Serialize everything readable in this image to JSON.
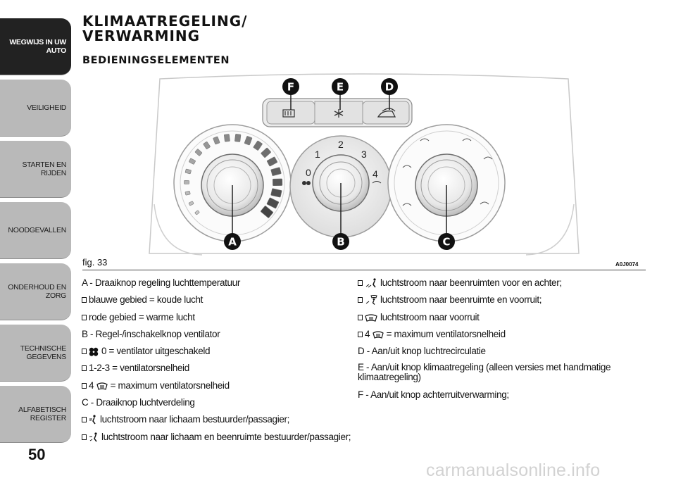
{
  "sidebar": {
    "tabs": [
      {
        "label": "WEGWIJS IN UW\nAUTO",
        "active": true
      },
      {
        "label": "VEILIGHEID",
        "active": false
      },
      {
        "label": "STARTEN EN RIJDEN",
        "active": false
      },
      {
        "label": "NOODGEVALLEN",
        "active": false
      },
      {
        "label": "ONDERHOUD EN\nZORG",
        "active": false
      },
      {
        "label": "TECHNISCHE\nGEGEVENS",
        "active": false
      },
      {
        "label": "ALFABETISCH\nREGISTER",
        "active": false
      }
    ]
  },
  "page_number": "50",
  "title": "KLIMAATREGELING/\nVERWARMING",
  "subtitle": "BEDIENINGSELEMENTEN",
  "figure": {
    "caption": "fig. 33",
    "code": "A0J0074",
    "callouts": {
      "A": "A",
      "B": "B",
      "C": "C",
      "D": "D",
      "E": "E",
      "F": "F"
    },
    "fan_dial_numbers": {
      "n0": "0",
      "n1": "1",
      "n2": "2",
      "n3": "3",
      "n4": "4"
    }
  },
  "left_column": {
    "a_heading": "A - Draaiknop regeling luchttemperatuur",
    "a_blue": "blauwe gebied = koude lucht",
    "a_red": "rode gebied = warme lucht",
    "b_heading": "B - Regel-/inschakelknop ventilator",
    "b_off": "0 = ventilator uitgeschakeld",
    "b_speed": "1-2-3 = ventilatorsnelheid",
    "b_max_prefix": "4",
    "b_max": "= maximum ventilatorsnelheid",
    "c_heading": "C - Draaiknop luchtverdeling",
    "c_body": "luchtstroom naar lichaam bestuurder/passagier;",
    "c_body_feet": "luchtstroom naar lichaam en beenruimte bestuurder/passagier;"
  },
  "right_column": {
    "c_feet": "luchtstroom naar beenruimten voor en achter;",
    "c_feet_windscreen": "luchtstroom naar beenruimte en voorruit;",
    "c_windscreen": "luchtstroom naar voorruit",
    "c_max_prefix": "4",
    "c_max": "= maximum ventilatorsnelheid",
    "d": "D - Aan/uit knop luchtrecirculatie",
    "e": "E - Aan/uit knop klimaatregeling (alleen versies met handmatige klimaatregeling)",
    "f": "F - Aan/uit knop achterruitverwarming;"
  },
  "watermark": "carmanualsonline.info"
}
